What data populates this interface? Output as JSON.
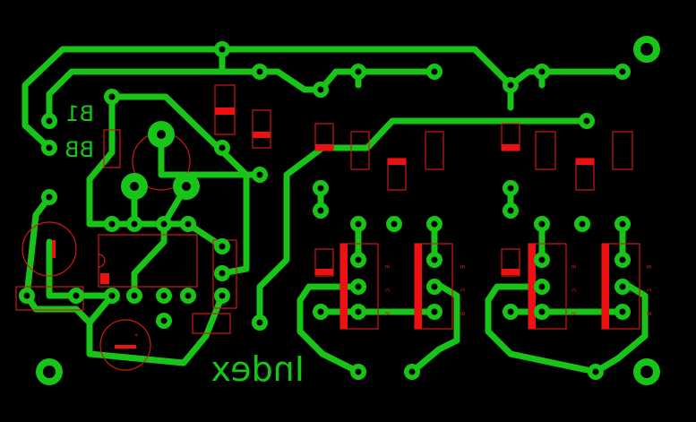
{
  "board": {
    "background": "#000000",
    "copper_color": "#18c418",
    "silk_color": "#d01818",
    "title": "Index",
    "labels": [
      "B1",
      "BB"
    ]
  }
}
